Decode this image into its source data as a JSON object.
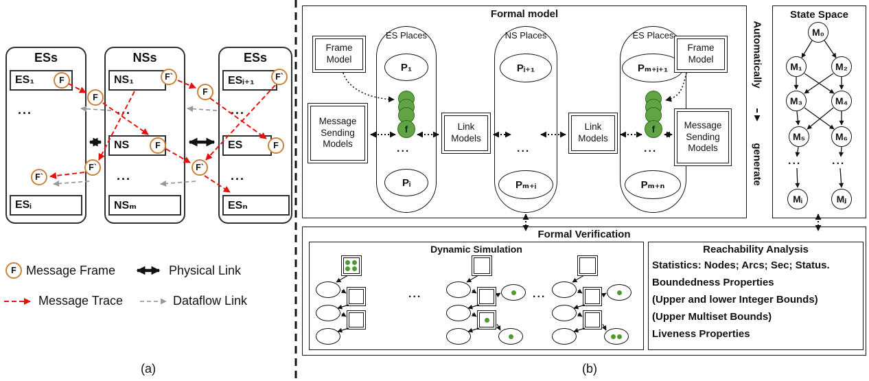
{
  "colors": {
    "message_trace": "#e8100c",
    "dataflow": "#999999",
    "token_green": "#61a345",
    "frame_ring": "#c8823a"
  },
  "panel_a": {
    "caption": "(a)",
    "ellipsis": "...",
    "frame_label": "F",
    "frame_prime_label": "F`",
    "columns": [
      {
        "title": "ESs",
        "items": [
          "ES₁",
          "ESᵢ"
        ]
      },
      {
        "title": "NSs",
        "items": [
          "NS₁",
          "NS",
          "NSₘ"
        ]
      },
      {
        "title": "ESs",
        "items": [
          "ESᵢ₊₁",
          "ES",
          "ESₙ"
        ]
      }
    ],
    "legend": {
      "message_frame": "Message Frame",
      "physical_link": "Physical Link",
      "message_trace": "Message Trace",
      "dataflow_link": "Dataflow Link"
    }
  },
  "panel_b": {
    "caption": "(b)",
    "ellipsis": "...",
    "formal_model": {
      "title": "Formal model",
      "frame_model": "Frame Model",
      "message_sending": "Message Sending Models",
      "link_models": "Link Models",
      "token": "f",
      "pills": [
        {
          "title": "ES Places",
          "top": "P₁",
          "bottom": "Pᵢ"
        },
        {
          "title": "NS Places",
          "top": "Pᵢ₊₁",
          "bottom": "Pₘ₊ᵢ"
        },
        {
          "title": "ES Places",
          "top": "Pₘ₊ᵢ₊₁",
          "bottom": "Pₘ₊ₙ"
        }
      ]
    },
    "auto_generate": {
      "word1": "Automatically",
      "word2": "generate"
    },
    "state_space": {
      "title": "State Space",
      "nodes": [
        "M₀",
        "M₁",
        "M₂",
        "M₃",
        "M₄",
        "M₅",
        "M₆",
        "Mᵢ",
        "Mⱼ"
      ]
    },
    "verification": {
      "title": "Formal Verification",
      "simulation_title": "Dynamic Simulation",
      "reachability_title": "Reachability Analysis",
      "reachability_lines": [
        "Statistics: Nodes; Arcs; Sec; Status.",
        "Boundedness Properties",
        "(Upper and lower Integer Bounds)",
        "(Upper Multiset Bounds)",
        "Liveness Properties"
      ]
    }
  }
}
